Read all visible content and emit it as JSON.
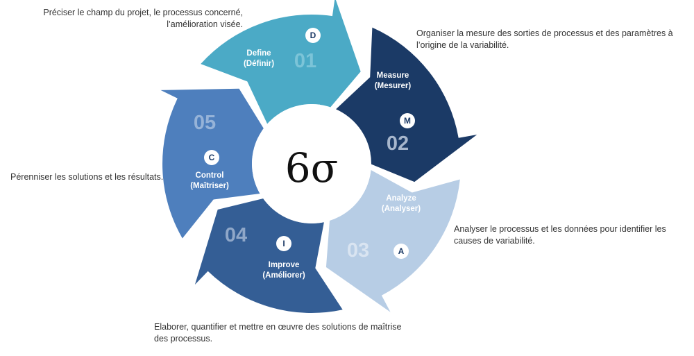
{
  "logo_text": "6σ",
  "steps": [
    {
      "letter": "D",
      "number": "01",
      "name": "Define",
      "name_fr": "(Définir)",
      "description_lines": [
        "Préciser le champ du projet, le processus concerné,",
        "l’amélioration visée."
      ],
      "color": "#4BAAC6",
      "number_color": "#7CC4D8"
    },
    {
      "letter": "M",
      "number": "02",
      "name": "Measure",
      "name_fr": "(Mesurer)",
      "description_lines": [
        "Organiser la mesure des sorties de processus et des paramètres à",
        "l’origine de la variabilité."
      ],
      "color": "#1B3A66",
      "number_color": "#A7B6CC"
    },
    {
      "letter": "A",
      "number": "03",
      "name": "Analyze",
      "name_fr": "(Analyser)",
      "description_lines": [
        "Analyser le processus et les données pour identifier les",
        "causes de variabilité."
      ],
      "color": "#B7CDE5",
      "number_color": "#D9E4F1"
    },
    {
      "letter": "I",
      "number": "04",
      "name": "Improve",
      "name_fr": "(Améliorer)",
      "description_lines": [
        "Elaborer, quantifier et mettre en œuvre des solutions de maîtrise",
        "des processus."
      ],
      "color": "#345E95",
      "number_color": "#8FA7C8"
    },
    {
      "letter": "C",
      "number": "05",
      "name": "Control",
      "name_fr": "(Maîtriser)",
      "description_lines": [
        "Pérenniser les solutions et les résultats."
      ],
      "color": "#4E7FBD",
      "number_color": "#96B3D8"
    }
  ]
}
